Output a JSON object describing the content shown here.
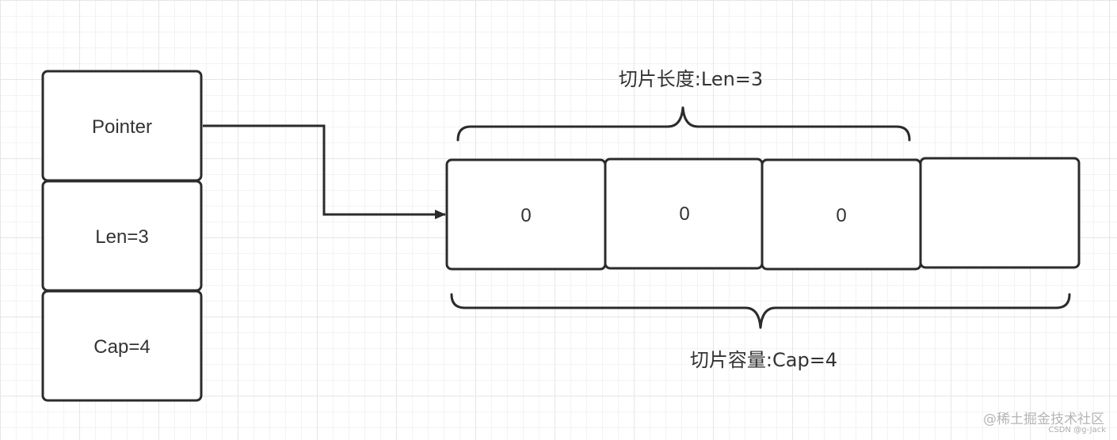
{
  "slice_header": {
    "fields": [
      {
        "label": "Pointer"
      },
      {
        "label": "Len=3"
      },
      {
        "label": "Cap=4"
      }
    ]
  },
  "backing_array": {
    "cells": [
      {
        "value": "0"
      },
      {
        "value": "0"
      },
      {
        "value": "0"
      },
      {
        "value": ""
      }
    ]
  },
  "braces": {
    "length_label": "切片长度:Len=3",
    "capacity_label": "切片容量:Cap=4"
  },
  "watermarks": {
    "community": "@稀土掘金技术社区",
    "csdn": "CSDN @g-Jack"
  },
  "colors": {
    "stroke": "#2b2b2b",
    "text": "#333333",
    "grid_major": "#e6e6e6",
    "grid_minor": "#f3f3f3",
    "background": "#ffffff"
  }
}
